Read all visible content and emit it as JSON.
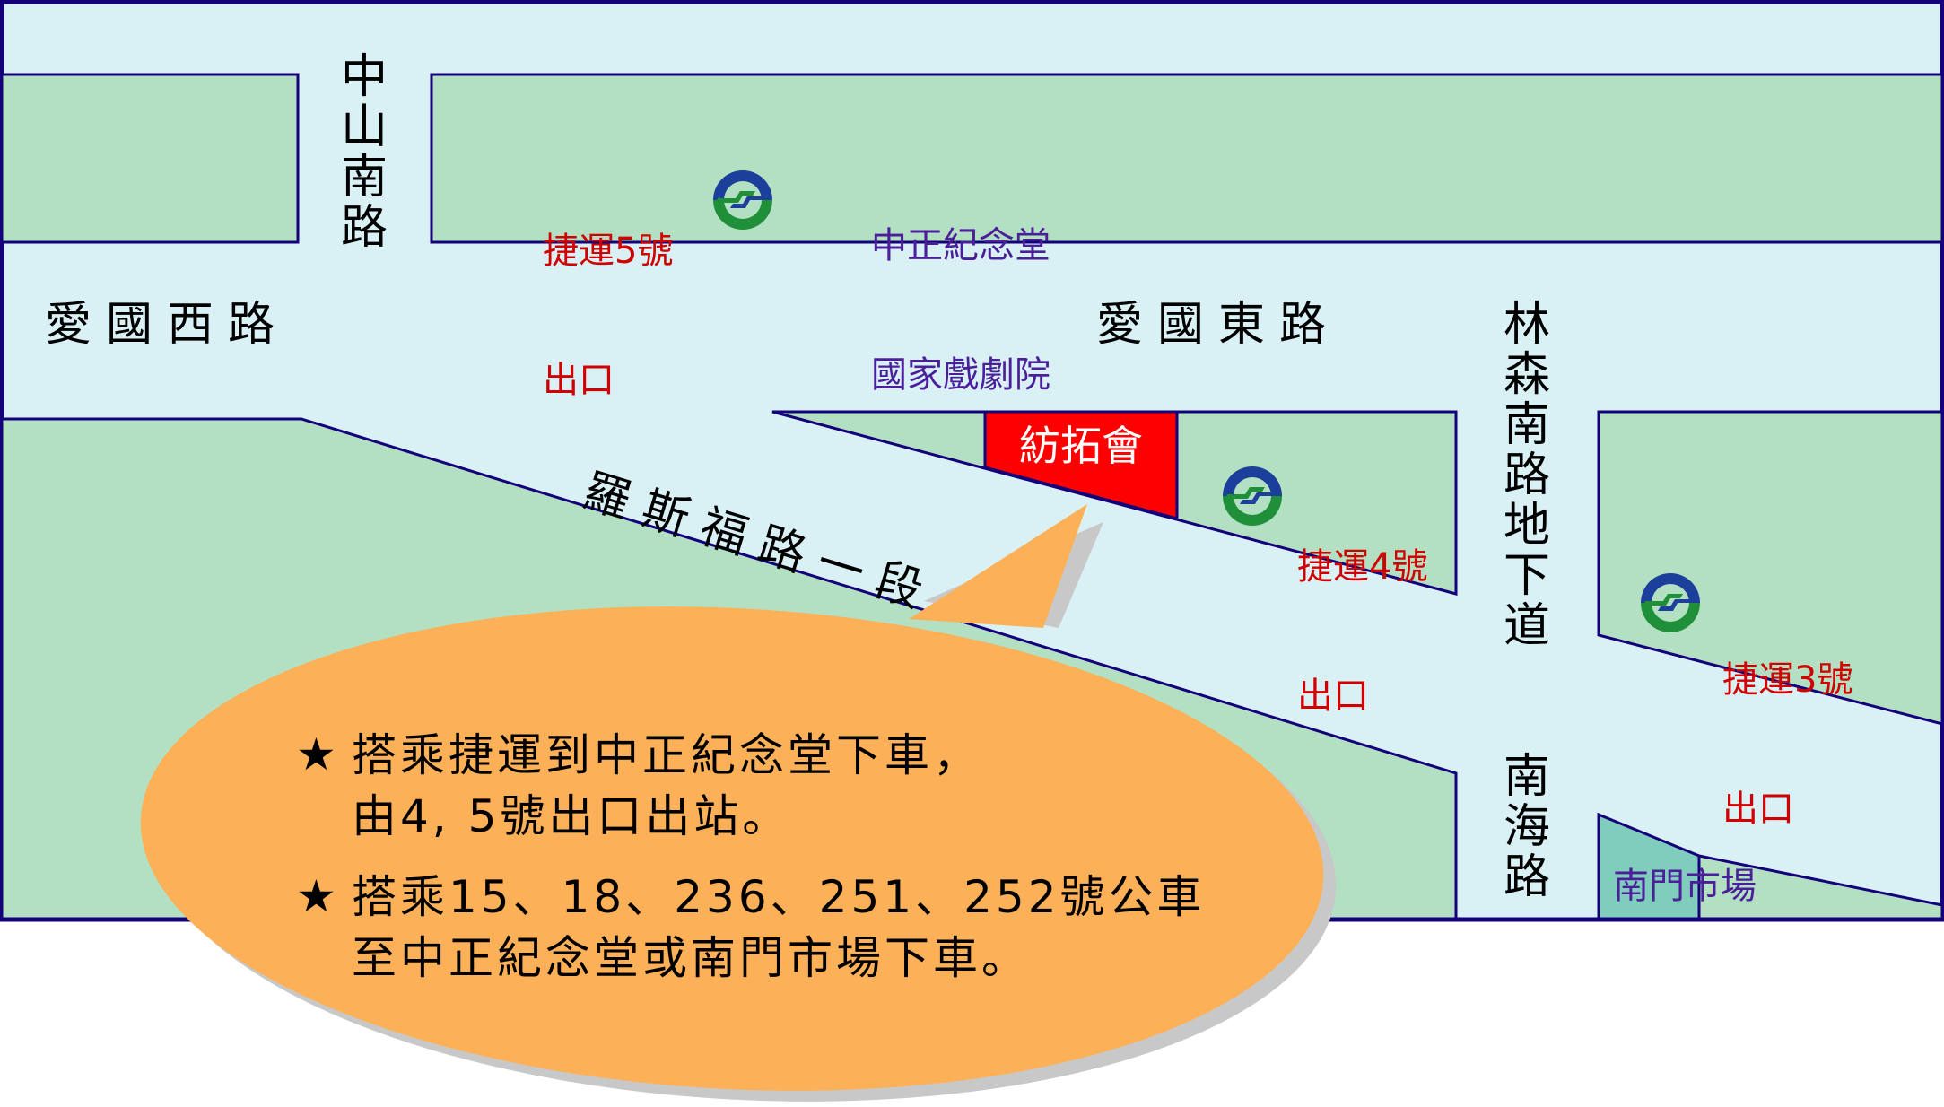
{
  "colors": {
    "road": "#d9f0f5",
    "block": "#b3e0c3",
    "market_block": "#80cdbd",
    "outline": "#14007a",
    "highlight": "#ff0000",
    "bubble": "#fcb159",
    "bubble_shadow": "#c8c8c8",
    "exit_text": "#d00000",
    "poi_text": "#4b1f9a",
    "mrt_blue": "#1b3f9a",
    "mrt_green": "#1f8f3a"
  },
  "roads": {
    "zhongshan_s": "中山南路",
    "aiguo_w": "愛國西路",
    "aiguo_e": "愛國東路",
    "roosevelt": "羅斯福路一段",
    "linsen_s": "林森南路地下道",
    "nanhai": "南海路"
  },
  "landmarks": {
    "exit5": {
      "line1": "捷運5號",
      "line2": "出口",
      "icon": "mrt-logo-icon"
    },
    "exit4": {
      "line1": "捷運4號",
      "line2": "出口",
      "icon": "mrt-logo-icon"
    },
    "exit3": {
      "line1": "捷運3號",
      "line2": "出口",
      "icon": "mrt-logo-icon"
    },
    "cks_memorial": {
      "line1": "中正紀念堂",
      "line2": "國家戲劇院"
    },
    "taitra": "紡拓會",
    "nanmen_market": "南門市場"
  },
  "bubble": {
    "items": [
      {
        "star": "★",
        "lines": [
          "搭乘捷運到中正紀念堂下車，",
          "由4, 5號出口出站。"
        ]
      },
      {
        "star": "★",
        "lines": [
          "搭乘15、18、236、251、252號公車",
          "至中正紀念堂或南門市場下車。"
        ]
      }
    ]
  }
}
